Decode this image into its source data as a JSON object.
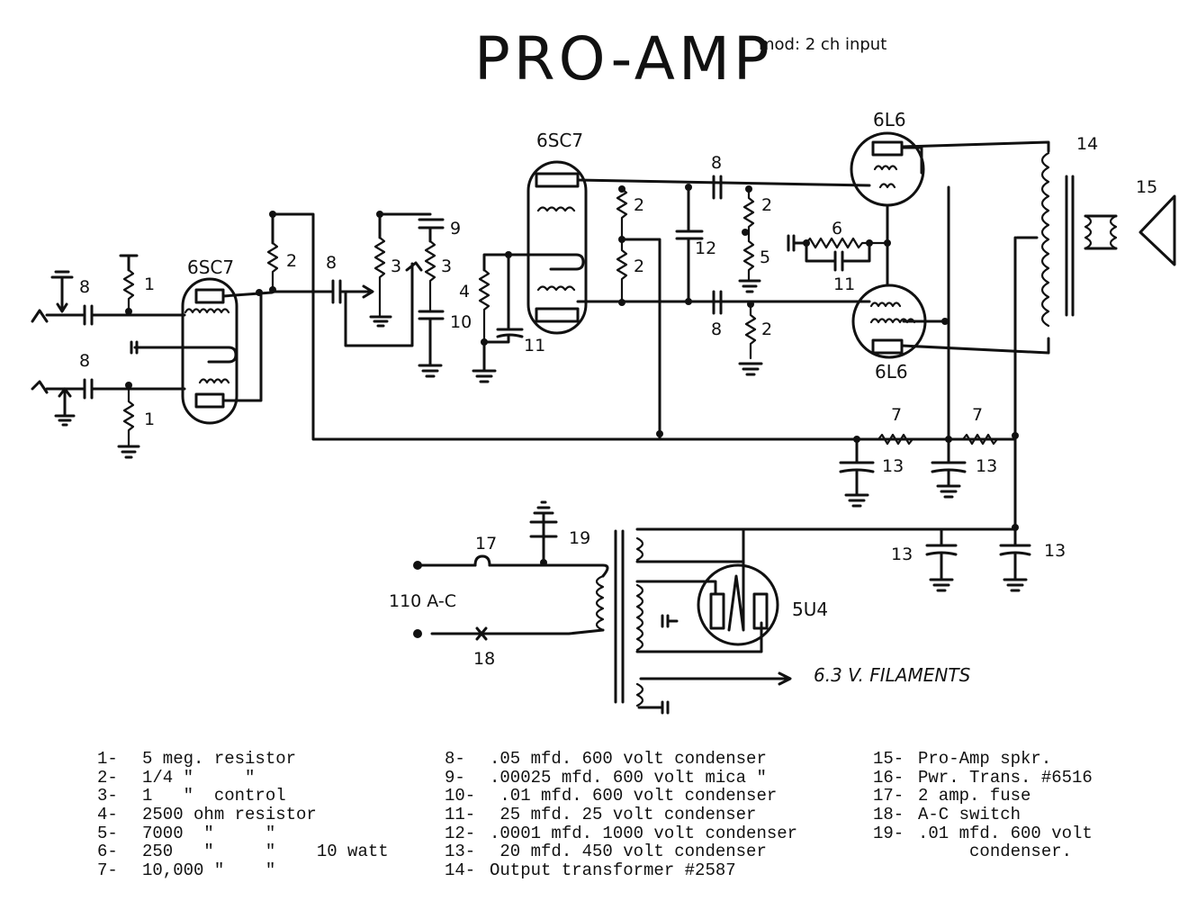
{
  "title": "PRO-AMP",
  "subtitle": "mod: 2 ch input",
  "tubes": {
    "v1": "6SC7",
    "v2": "6SC7",
    "v3": "6L6",
    "v4": "6L6",
    "rectifier": "5U4"
  },
  "labels": {
    "supply": "110 A-C",
    "filaments": "6.3 V. FILAMENTS"
  },
  "component_numbers": [
    "1",
    "2",
    "3",
    "4",
    "5",
    "6",
    "7",
    "8",
    "9",
    "10",
    "11",
    "12",
    "13",
    "14",
    "15",
    "17",
    "18",
    "19"
  ],
  "legend": {
    "col1": [
      {
        "n": "1-",
        "t": "5 meg. resistor"
      },
      {
        "n": "2-",
        "t": "1/4 \"     \""
      },
      {
        "n": "3-",
        "t": "1   \"  control"
      },
      {
        "n": "4-",
        "t": "2500 ohm resistor"
      },
      {
        "n": "5-",
        "t": "7000  \"     \""
      },
      {
        "n": "6-",
        "t": "250   \"     \"    10 watt"
      },
      {
        "n": "7-",
        "t": "10,000 \"    \""
      }
    ],
    "col2": [
      {
        "n": "8-",
        "t": ".05 mfd. 600 volt condenser"
      },
      {
        "n": "9-",
        "t": ".00025 mfd. 600 volt mica \""
      },
      {
        "n": "10-",
        "t": " .01 mfd. 600 volt condenser"
      },
      {
        "n": "11-",
        "t": " 25 mfd. 25 volt condenser"
      },
      {
        "n": "12-",
        "t": ".0001 mfd. 1000 volt condenser"
      },
      {
        "n": "13-",
        "t": " 20 mfd. 450 volt condenser"
      },
      {
        "n": "14-",
        "t": "Output transformer #2587"
      }
    ],
    "col3": [
      {
        "n": "15-",
        "t": "Pro-Amp spkr."
      },
      {
        "n": "16-",
        "t": "Pwr. Trans. #6516"
      },
      {
        "n": "17-",
        "t": "2 amp. fuse"
      },
      {
        "n": "18-",
        "t": "A-C switch"
      },
      {
        "n": "19-",
        "t": ".01 mfd. 600 volt"
      },
      {
        "n": "",
        "t": "     condenser."
      }
    ]
  }
}
